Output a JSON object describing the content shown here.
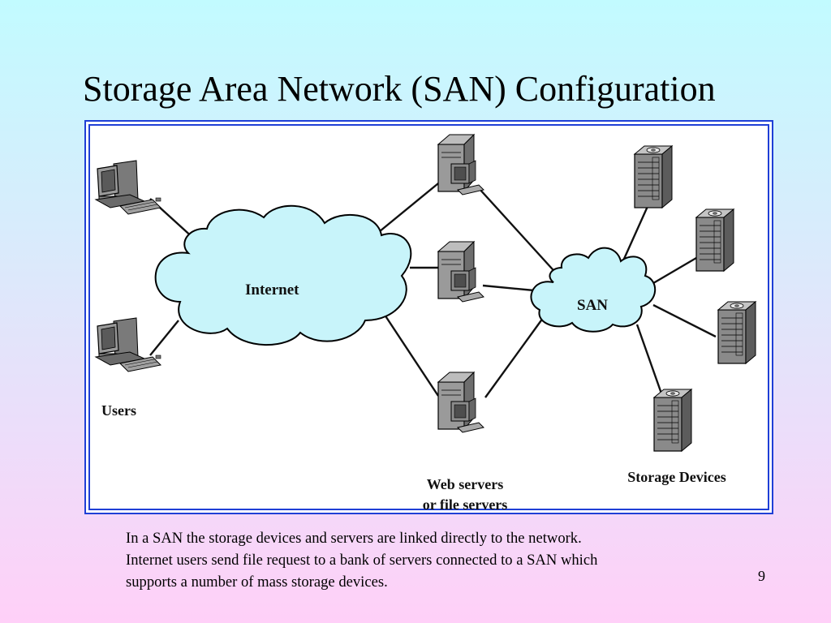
{
  "slide": {
    "title": "Storage Area Network (SAN) Configuration",
    "page_number": "9"
  },
  "diagram": {
    "labels": {
      "internet": "Internet",
      "san": "SAN",
      "users": "Users",
      "web_servers_line1": "Web servers",
      "web_servers_line2": "or file servers",
      "storage_devices": "Storage Devices"
    },
    "icons": {
      "user_workstation": "desktop-computer-icon",
      "server": "server-tower-icon",
      "storage": "storage-rack-icon",
      "network": "cloud-icon"
    },
    "colors": {
      "cloud_fill": "#c8f4fa",
      "frame_border": "#1f3fd6"
    }
  },
  "caption": {
    "line1": "In a SAN the storage devices and servers are linked directly to the network.",
    "line2": "Internet users send file request to a bank of servers connected to a SAN which",
    "line3": "supports a number of mass storage devices."
  }
}
